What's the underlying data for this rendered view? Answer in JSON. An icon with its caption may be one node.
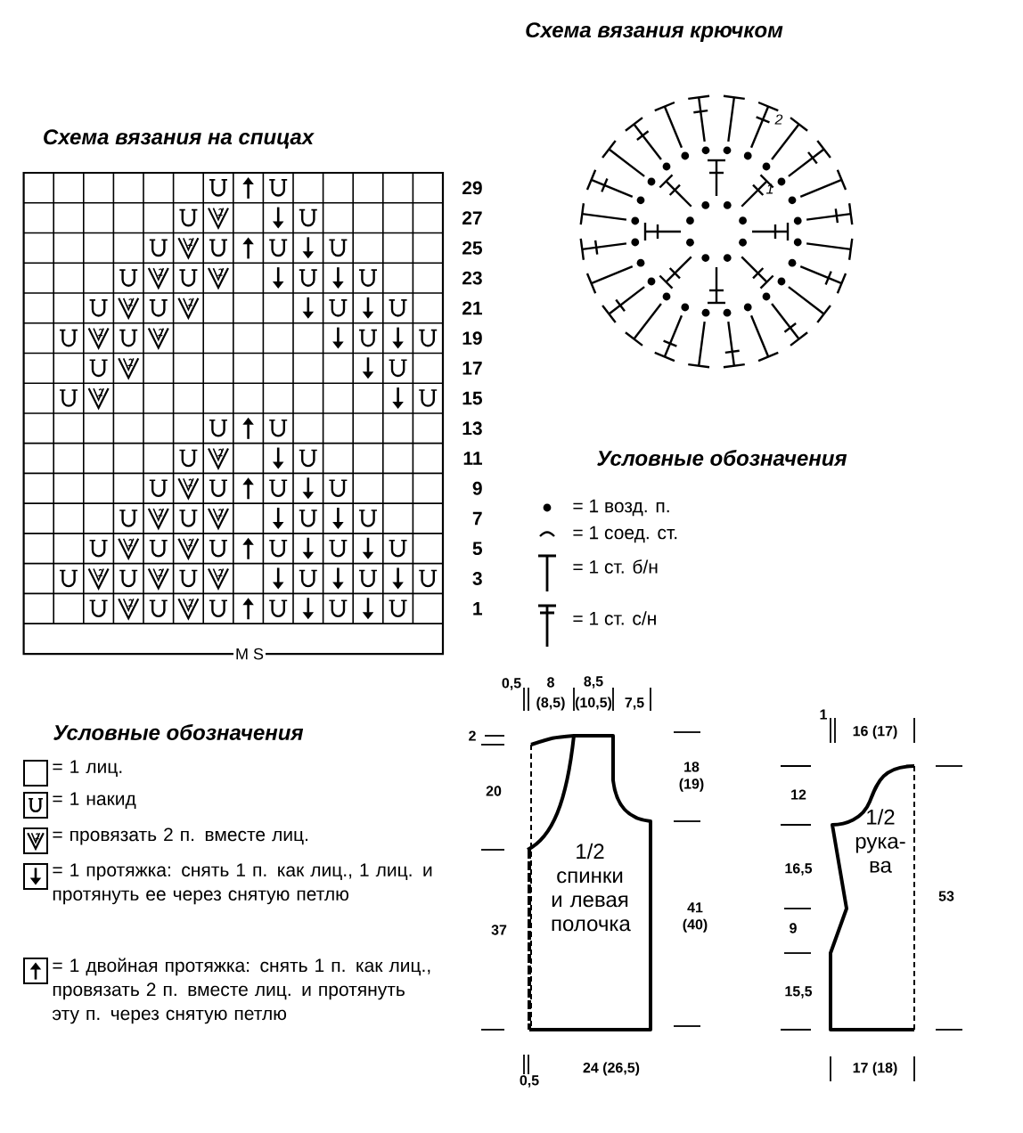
{
  "diagram": {
    "nodes": [
      {
        "text": [
          "1/2 спинки и левая полочка"
        ]
      },
      {
        "text": [
          "1/2 рука-ва"
        ]
      }
    ],
    "labels": [
      "Схема вязания крючком",
      "2",
      "Схема вязания на спицах",
      "1",
      "29",
      "27",
      "25",
      "23",
      "21",
      "19",
      "17",
      "15",
      "13",
      "11",
      "9",
      "7",
      "5",
      "3",
      "1",
      "Условные обозначения",
      "M S",
      "0,5",
      "8",
      "8,5",
      "(8,5)",
      "(10,5)",
      "7,5",
      "1",
      "Условные обозначения",
      "2",
      "16 (17)",
      "18 (19)",
      "20",
      "12",
      "16,5",
      "41 (40)",
      "37",
      "9",
      "53",
      "15,5",
      "24 (26,5)",
      "17 (18)",
      "0,5"
    ],
    "legend": [
      {
        "text": "= 1 лиц."
      },
      {
        "text": "= 1 накид"
      },
      {
        "text": "= провязать 2 п. вместе лиц."
      },
      {
        "text": "= 1 протяжка: снять 1 п. как лиц., 1 лиц. и протянуть ее через снятую петлю"
      },
      {
        "text": "= 1 двойная протяжка: снять 1 п. как лиц., провязать 2 п. вместе лиц. и протянуть эту п. через снятую петлю"
      },
      {
        "text": "= 1 возд. п."
      },
      {
        "text": "= 1 соед. ст."
      },
      {
        "text": "= 1 ст. б/н"
      },
      {
        "text": "= 1 ст. с/н"
      }
    ]
  }
}
